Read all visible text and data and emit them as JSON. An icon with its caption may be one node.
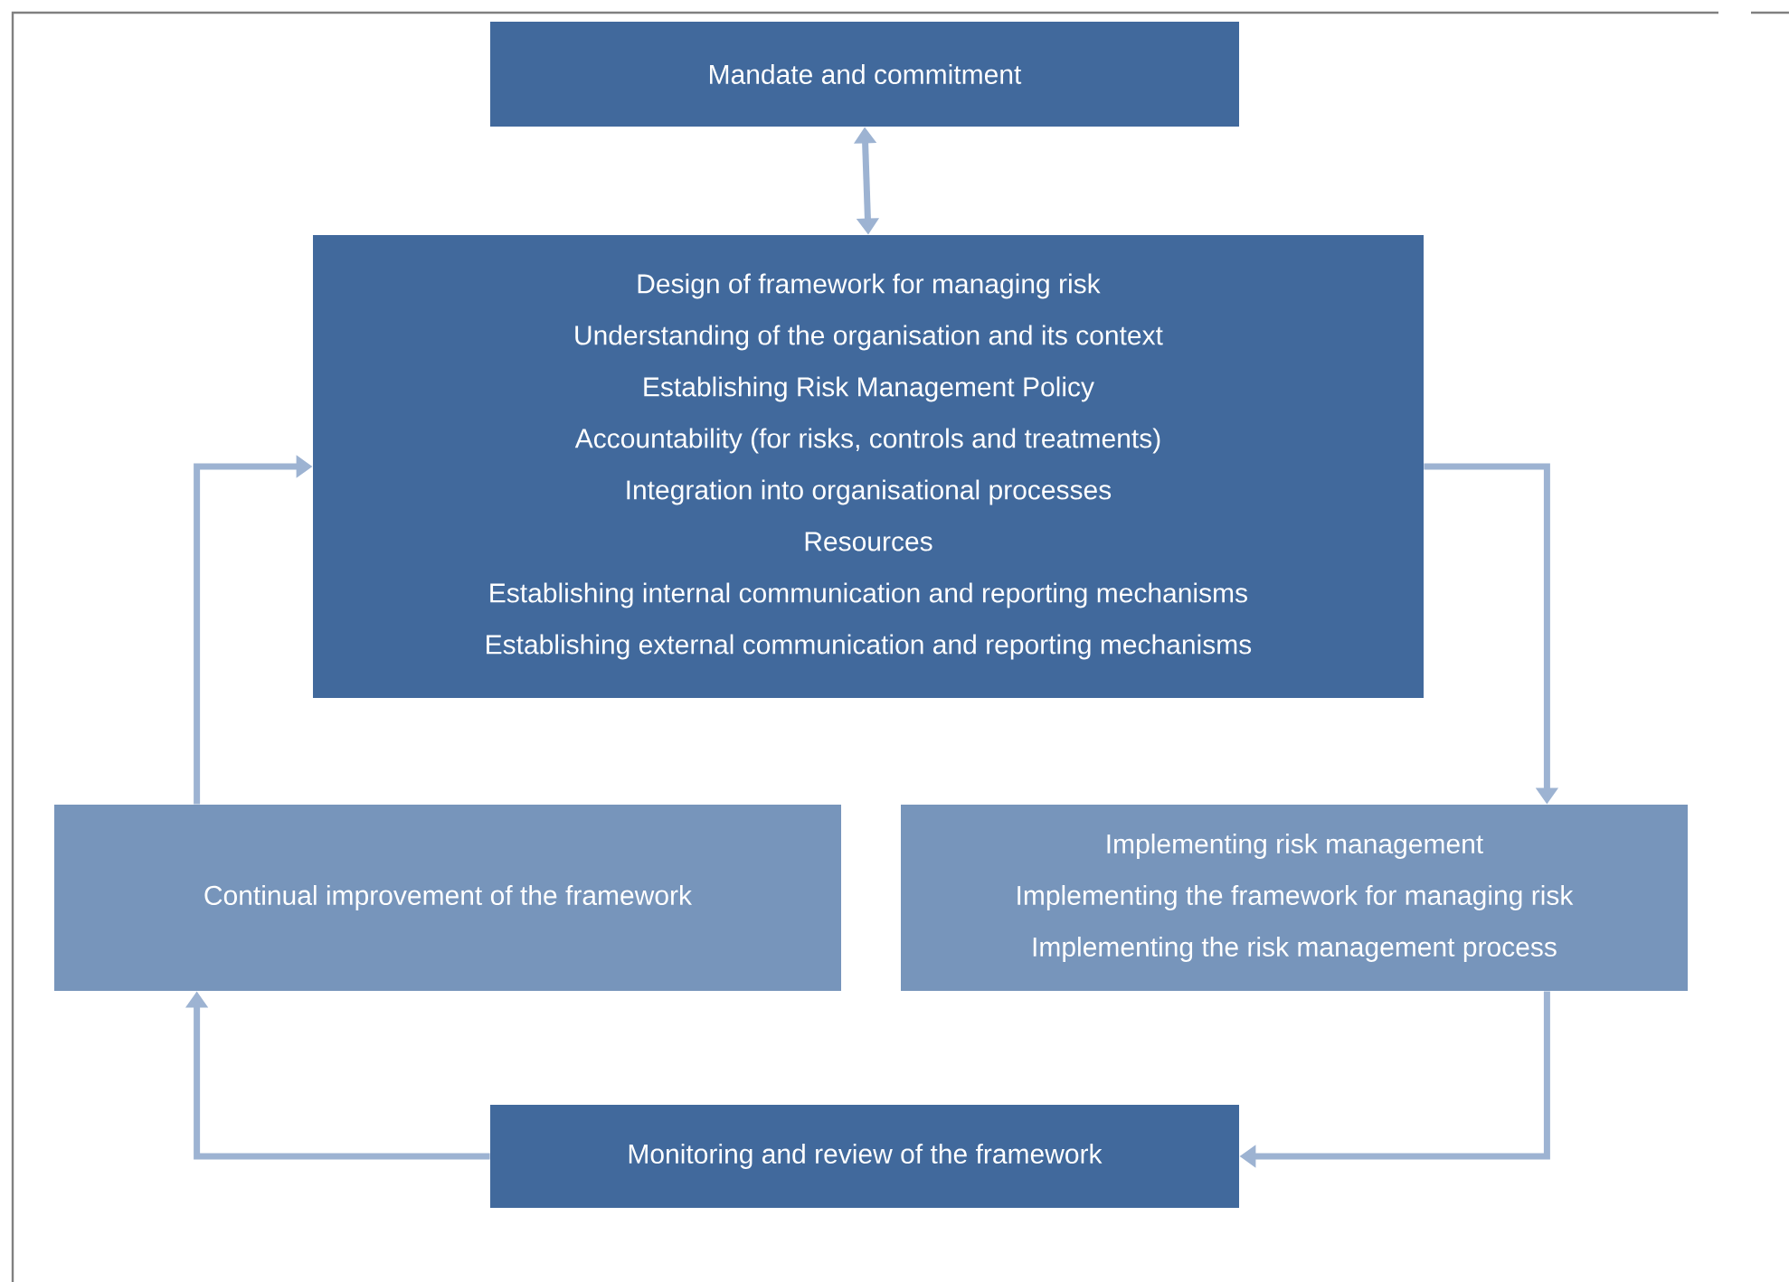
{
  "diagram": {
    "nodes": [
      {
        "text": [
          "Mandate and commitment"
        ]
      },
      {
        "text": [
          "Design of framework for managing risk",
          "Understanding of the organisation and its context",
          "Establishing Risk Management Policy",
          "Accountability (for risks, controls and treatments)",
          "Integration into organisational processes",
          "Resources",
          "Establishing internal communication and reporting mechanisms",
          "Establishing external communication and reporting mechanisms"
        ]
      },
      {
        "text": [
          "Continual improvement of the framework"
        ]
      },
      {
        "text": [
          "Implementing risk management",
          "Implementing the framework for managing risk",
          "Implementing the risk management process"
        ]
      },
      {
        "text": [
          "Monitoring and review of the framework"
        ]
      }
    ],
    "edges": [
      {
        "from": 0,
        "to": 1,
        "arrow": "both"
      },
      {
        "from": 1,
        "to": 3,
        "arrow": "to"
      },
      {
        "from": 3,
        "to": 4,
        "arrow": "to"
      },
      {
        "from": 4,
        "to": 2,
        "arrow": "to"
      },
      {
        "from": 2,
        "to": 1,
        "arrow": "to"
      }
    ]
  }
}
